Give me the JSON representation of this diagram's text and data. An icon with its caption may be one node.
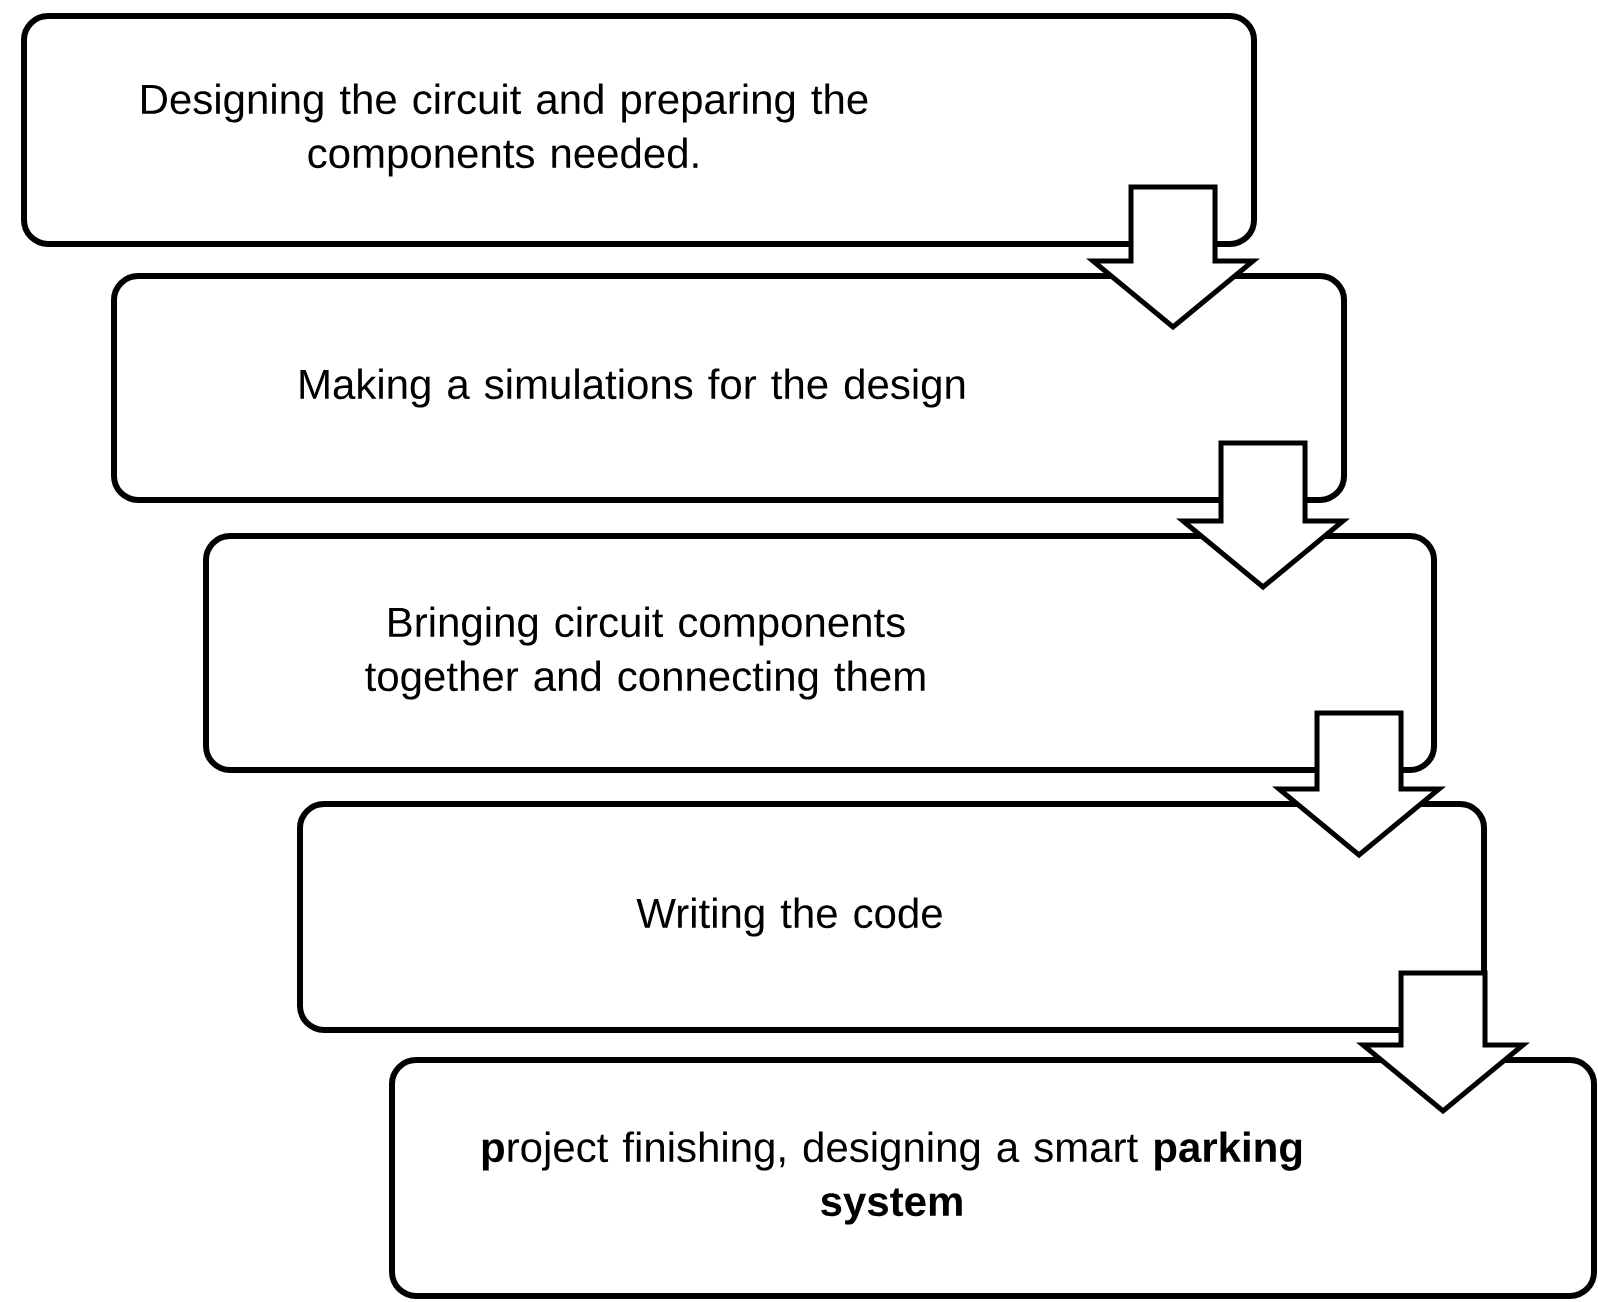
{
  "diagram": {
    "nodes": [
      {
        "text": [
          "Designing the circuit and preparing the components needed."
        ]
      },
      {
        "text": [
          "Making a simulations for the design"
        ]
      },
      {
        "text": [
          "Bringing circuit components together and connecting them"
        ]
      },
      {
        "text": [
          "Writing the code"
        ]
      },
      {
        "text": [
          "**p**roject finishing, designing a smart **parking system**"
        ]
      }
    ],
    "edges": [
      {
        "from": 0,
        "to": 1,
        "arrow": "to"
      },
      {
        "from": 1,
        "to": 2,
        "arrow": "to"
      },
      {
        "from": 2,
        "to": 3,
        "arrow": "to"
      },
      {
        "from": 3,
        "to": 4,
        "arrow": "to"
      }
    ]
  }
}
